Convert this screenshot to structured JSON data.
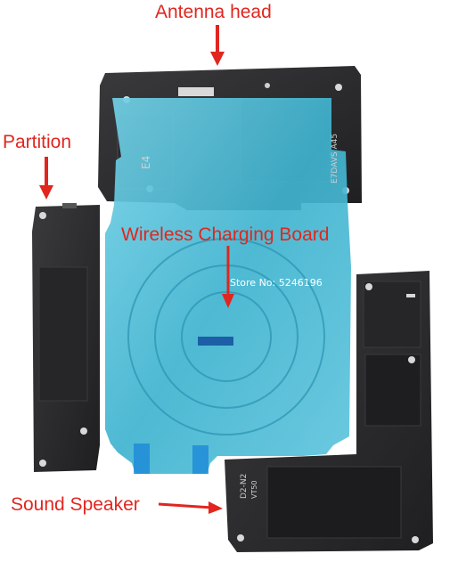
{
  "labels": {
    "antenna_head": "Antenna head",
    "partition": "Partition",
    "wireless_charging_board": "Wireless Charging Board",
    "sound_speaker": "Sound Speaker"
  },
  "watermark": {
    "store": "Store No: 5246196"
  },
  "part_markings": {
    "antenna_code": "E7DAVS A45",
    "antenna_letter": "E4",
    "speaker_code": "D2-N2",
    "speaker_sub": "VT50"
  },
  "colors": {
    "label_red": "#e0261f",
    "part_black": "#2a2a2c",
    "coil_cyan": "#3fb3cf"
  }
}
